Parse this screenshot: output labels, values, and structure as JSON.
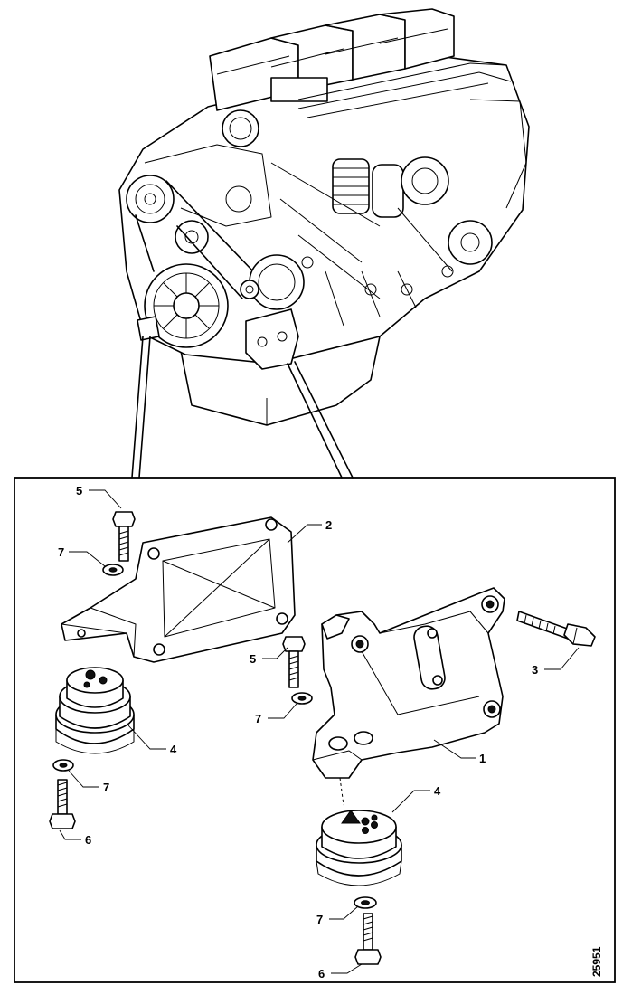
{
  "figure": {
    "reference_number": "25951"
  },
  "callouts": [
    {
      "id": "c5a",
      "label": "5"
    },
    {
      "id": "c7a",
      "label": "7"
    },
    {
      "id": "c2",
      "label": "2"
    },
    {
      "id": "c4a",
      "label": "4"
    },
    {
      "id": "c7b",
      "label": "7"
    },
    {
      "id": "c6a",
      "label": "6"
    },
    {
      "id": "c5b",
      "label": "5"
    },
    {
      "id": "c7c",
      "label": "7"
    },
    {
      "id": "c3",
      "label": "3"
    },
    {
      "id": "c1",
      "label": "1"
    },
    {
      "id": "c4b",
      "label": "4"
    },
    {
      "id": "c7d",
      "label": "7"
    },
    {
      "id": "c6b",
      "label": "6"
    }
  ]
}
